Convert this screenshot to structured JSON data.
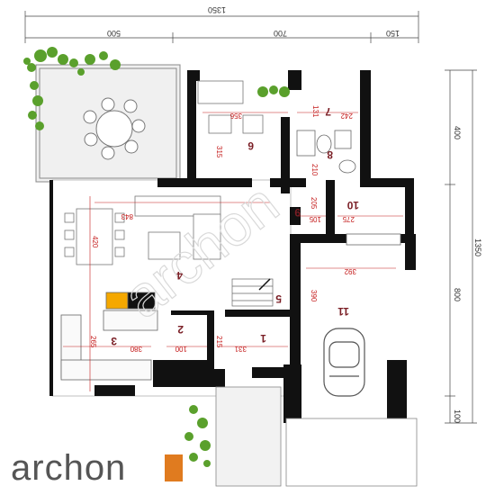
{
  "dimensions": {
    "top_total": "1350",
    "top_segments": [
      "500",
      "700",
      "150"
    ],
    "right_segments": [
      "400",
      "1350",
      "800",
      "100"
    ]
  },
  "rooms": [
    {
      "id": "room-1",
      "number": "1",
      "area": "331",
      "secondary": "215"
    },
    {
      "id": "room-2",
      "number": "2",
      "area": "100"
    },
    {
      "id": "room-3",
      "number": "3",
      "area": "380",
      "secondary": "265"
    },
    {
      "id": "room-4",
      "number": "4",
      "area": "843",
      "secondary": "420"
    },
    {
      "id": "room-5",
      "number": "5",
      "area": "390"
    },
    {
      "id": "room-6",
      "number": "6",
      "area": "356",
      "secondary": "315"
    },
    {
      "id": "room-7",
      "number": "7",
      "area": "242",
      "secondary": "131"
    },
    {
      "id": "room-8",
      "number": "8",
      "area": "210"
    },
    {
      "id": "room-9",
      "number": "9",
      "area": "105",
      "secondary": "205"
    },
    {
      "id": "room-10",
      "number": "10",
      "area": "275"
    },
    {
      "id": "room-11",
      "number": "11",
      "area": "392"
    }
  ],
  "watermark": "archon",
  "logo": {
    "text": "archon",
    "accent_color": "#e07b1f"
  },
  "colors": {
    "wall": "#111111",
    "dimension_red": "#c41a1a",
    "room_number": "#7a1e25",
    "plant": "#5aa02c"
  }
}
